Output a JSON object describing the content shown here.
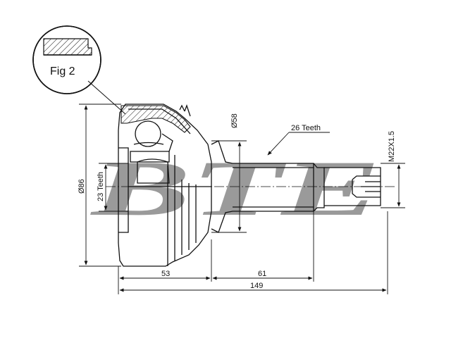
{
  "watermark": {
    "text": "BTE",
    "color": "#9a9a9a"
  },
  "detail_label": "Fig 2",
  "dimensions": {
    "outer_diameter": "Ø86",
    "inner_teeth": "23 Teeth",
    "flange_diameter": "Ø58",
    "shaft_teeth": "26 Teeth",
    "thread": "M22X1.5",
    "joint_length": "53",
    "shaft_length": "61",
    "total_length": "149"
  },
  "colors": {
    "line": "#111111",
    "watermark": "#9a9a9a",
    "background": "#ffffff"
  }
}
